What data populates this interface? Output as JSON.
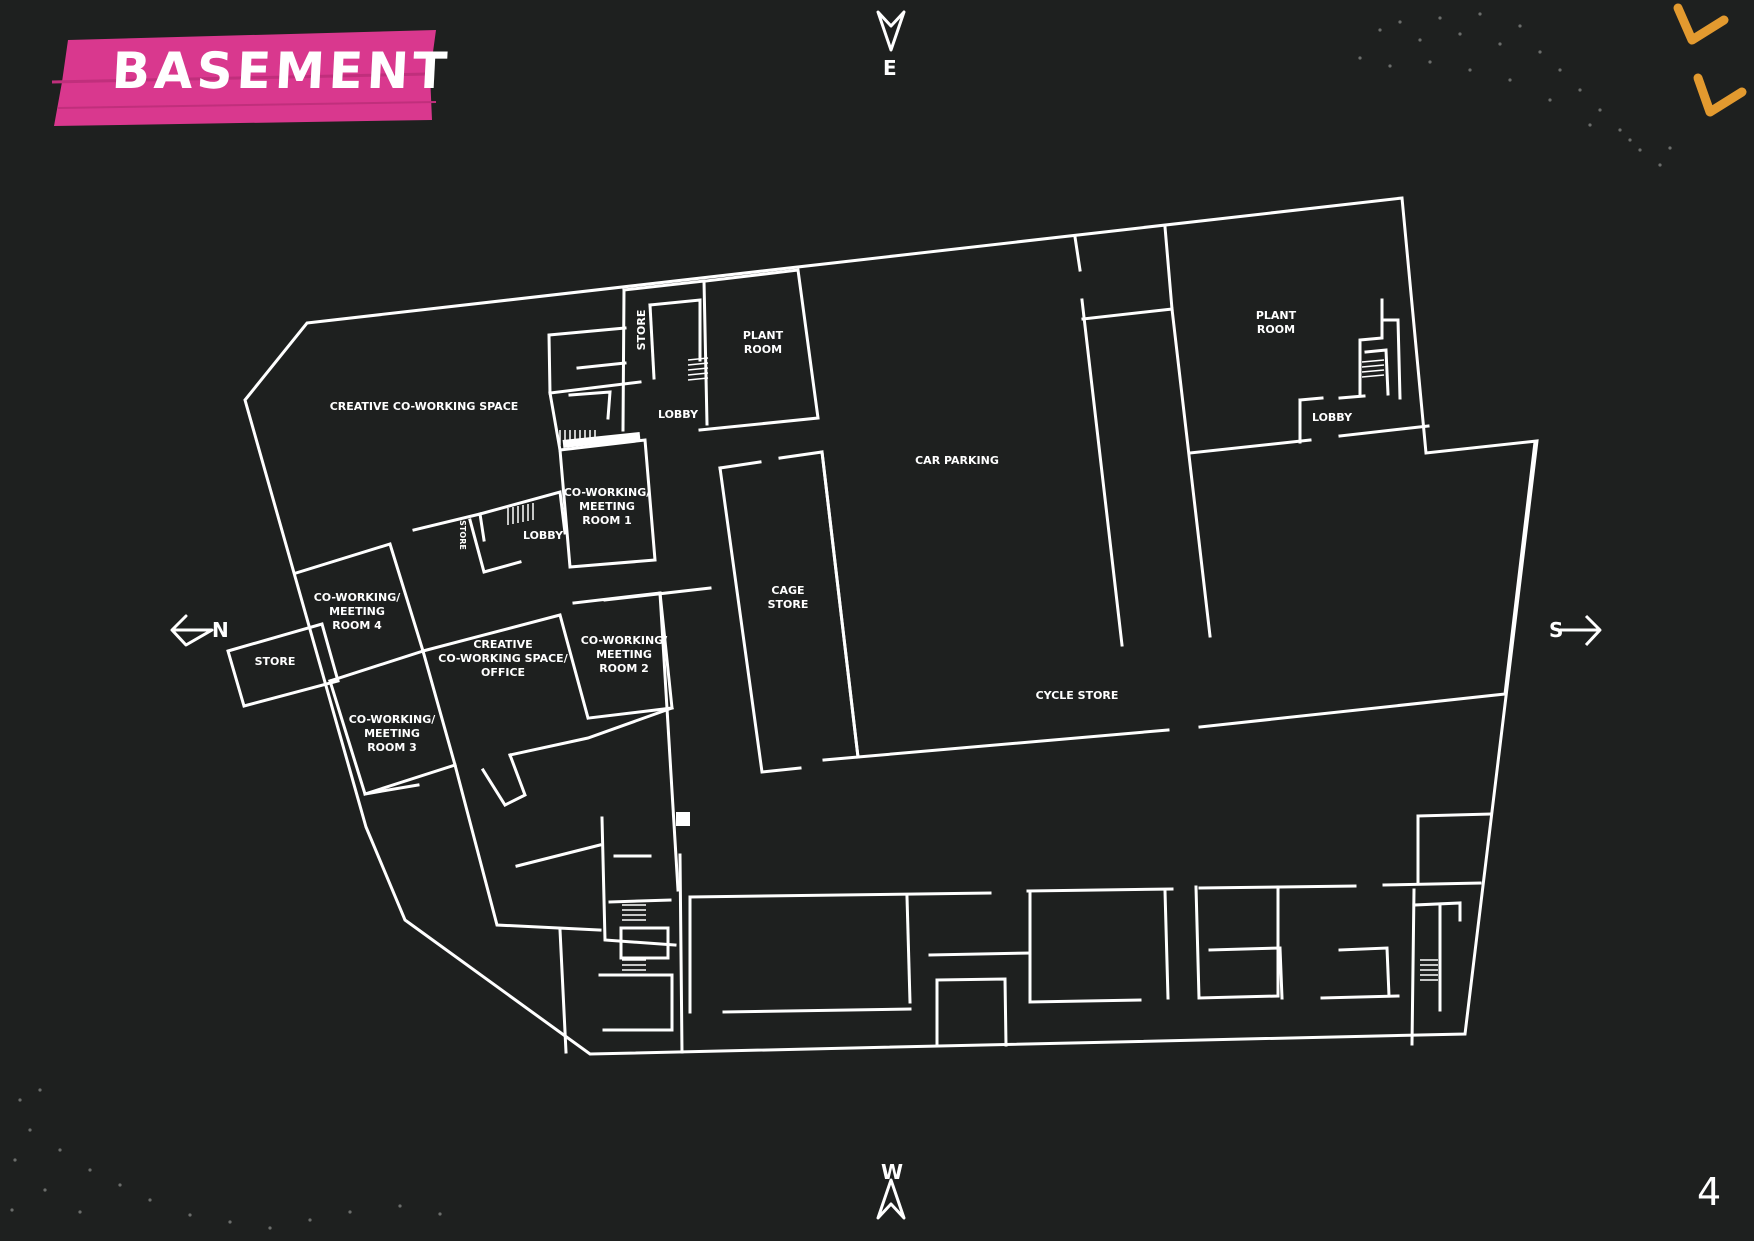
{
  "header": {
    "title": "BASEMENT",
    "banner_color": "#d9388e"
  },
  "page": {
    "number": "4",
    "accent_color": "#e39a2f",
    "background_color": "#1e201f",
    "line_color": "#ffffff"
  },
  "compass": {
    "top": "E",
    "bottom": "W",
    "left": "N",
    "right": "S"
  },
  "rooms": {
    "creative_coworking_space": "CREATIVE CO-WORKING SPACE",
    "store_top": "STORE",
    "plant_room_1": "PLANT\nROOM",
    "lobby_1": "LOBBY",
    "car_parking": "CAR PARKING",
    "plant_room_2": "PLANT\nROOM",
    "lobby_2": "LOBBY",
    "meeting_room_1": "CO-WORKING/\nMEETING\nROOM 1",
    "lobby_3": "LOBBY",
    "store_small": "STORE",
    "cage_store": "CAGE\nSTORE",
    "meeting_room_4": "CO-WORKING/\nMEETING\nROOM 4",
    "store_left": "STORE",
    "creative_office": "CREATIVE\nCO-WORKING SPACE/\nOFFICE",
    "meeting_room_2": "CO-WORKING/\nMEETING\nROOM 2",
    "meeting_room_3": "CO-WORKING/\nMEETING\nROOM 3",
    "cycle_store": "CYCLE STORE"
  }
}
